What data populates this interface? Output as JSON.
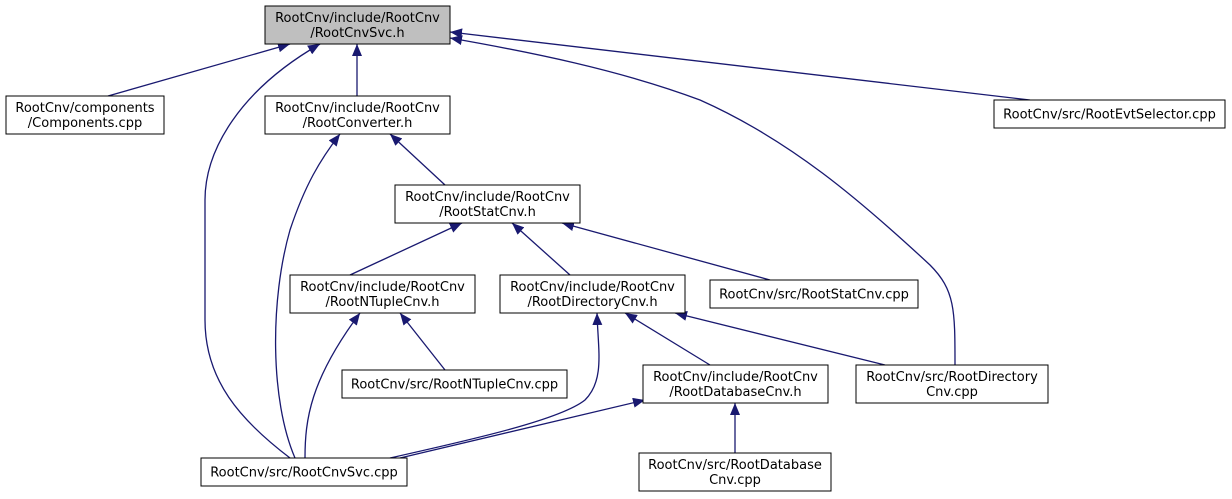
{
  "graph": {
    "nodes": [
      {
        "id": "svc_h",
        "lines": [
          "RootCnv/include/RootCnv",
          "/RootCnvSvc.h"
        ],
        "highlighted": true
      },
      {
        "id": "components",
        "lines": [
          "RootCnv/components",
          "/Components.cpp"
        ]
      },
      {
        "id": "converter_h",
        "lines": [
          "RootCnv/include/RootCnv",
          "/RootConverter.h"
        ]
      },
      {
        "id": "evtsel",
        "lines": [
          "RootCnv/src/RootEvtSelector.cpp"
        ]
      },
      {
        "id": "statcnv_h",
        "lines": [
          "RootCnv/include/RootCnv",
          "/RootStatCnv.h"
        ]
      },
      {
        "id": "ntuple_h",
        "lines": [
          "RootCnv/include/RootCnv",
          "/RootNTupleCnv.h"
        ]
      },
      {
        "id": "dircnv_h",
        "lines": [
          "RootCnv/include/RootCnv",
          "/RootDirectoryCnv.h"
        ]
      },
      {
        "id": "statcnv_cpp",
        "lines": [
          "RootCnv/src/RootStatCnv.cpp"
        ]
      },
      {
        "id": "ntuple_cpp",
        "lines": [
          "RootCnv/src/RootNTupleCnv.cpp"
        ]
      },
      {
        "id": "dbcnv_h",
        "lines": [
          "RootCnv/include/RootCnv",
          "/RootDatabaseCnv.h"
        ]
      },
      {
        "id": "dircnv_cpp",
        "lines": [
          "RootCnv/src/RootDirectory",
          "Cnv.cpp"
        ]
      },
      {
        "id": "svc_cpp",
        "lines": [
          "RootCnv/src/RootCnvSvc.cpp"
        ]
      },
      {
        "id": "dbcnv_cpp",
        "lines": [
          "RootCnv/src/RootDatabase",
          "Cnv.cpp"
        ]
      }
    ],
    "edges": [
      {
        "from": "components",
        "to": "svc_h"
      },
      {
        "from": "converter_h",
        "to": "svc_h"
      },
      {
        "from": "svc_cpp",
        "to": "svc_h"
      },
      {
        "from": "dircnv_cpp",
        "to": "svc_h"
      },
      {
        "from": "evtsel",
        "to": "svc_h"
      },
      {
        "from": "statcnv_h",
        "to": "converter_h"
      },
      {
        "from": "svc_cpp",
        "to": "converter_h"
      },
      {
        "from": "ntuple_h",
        "to": "statcnv_h"
      },
      {
        "from": "dircnv_h",
        "to": "statcnv_h"
      },
      {
        "from": "statcnv_cpp",
        "to": "statcnv_h"
      },
      {
        "from": "ntuple_cpp",
        "to": "ntuple_h"
      },
      {
        "from": "svc_cpp",
        "to": "ntuple_h"
      },
      {
        "from": "svc_cpp",
        "to": "dircnv_h"
      },
      {
        "from": "dbcnv_h",
        "to": "dircnv_h"
      },
      {
        "from": "dircnv_cpp",
        "to": "dircnv_h"
      },
      {
        "from": "svc_cpp",
        "to": "dbcnv_h"
      },
      {
        "from": "dbcnv_cpp",
        "to": "dbcnv_h"
      }
    ],
    "colors": {
      "edge": "#191970",
      "node_border": "#000000",
      "node_fill": "#ffffff",
      "highlight_fill": "#bfbfbf",
      "text": "#000000"
    }
  }
}
